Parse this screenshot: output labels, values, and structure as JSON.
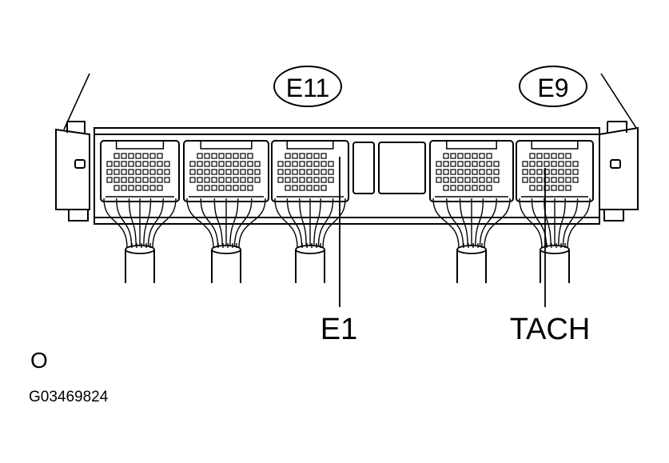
{
  "connectors": {
    "e11": "E11",
    "e9": "E9"
  },
  "terminals": {
    "e1": "E1",
    "tach": "TACH"
  },
  "note_symbol": "O",
  "figure_id": "G03469824"
}
